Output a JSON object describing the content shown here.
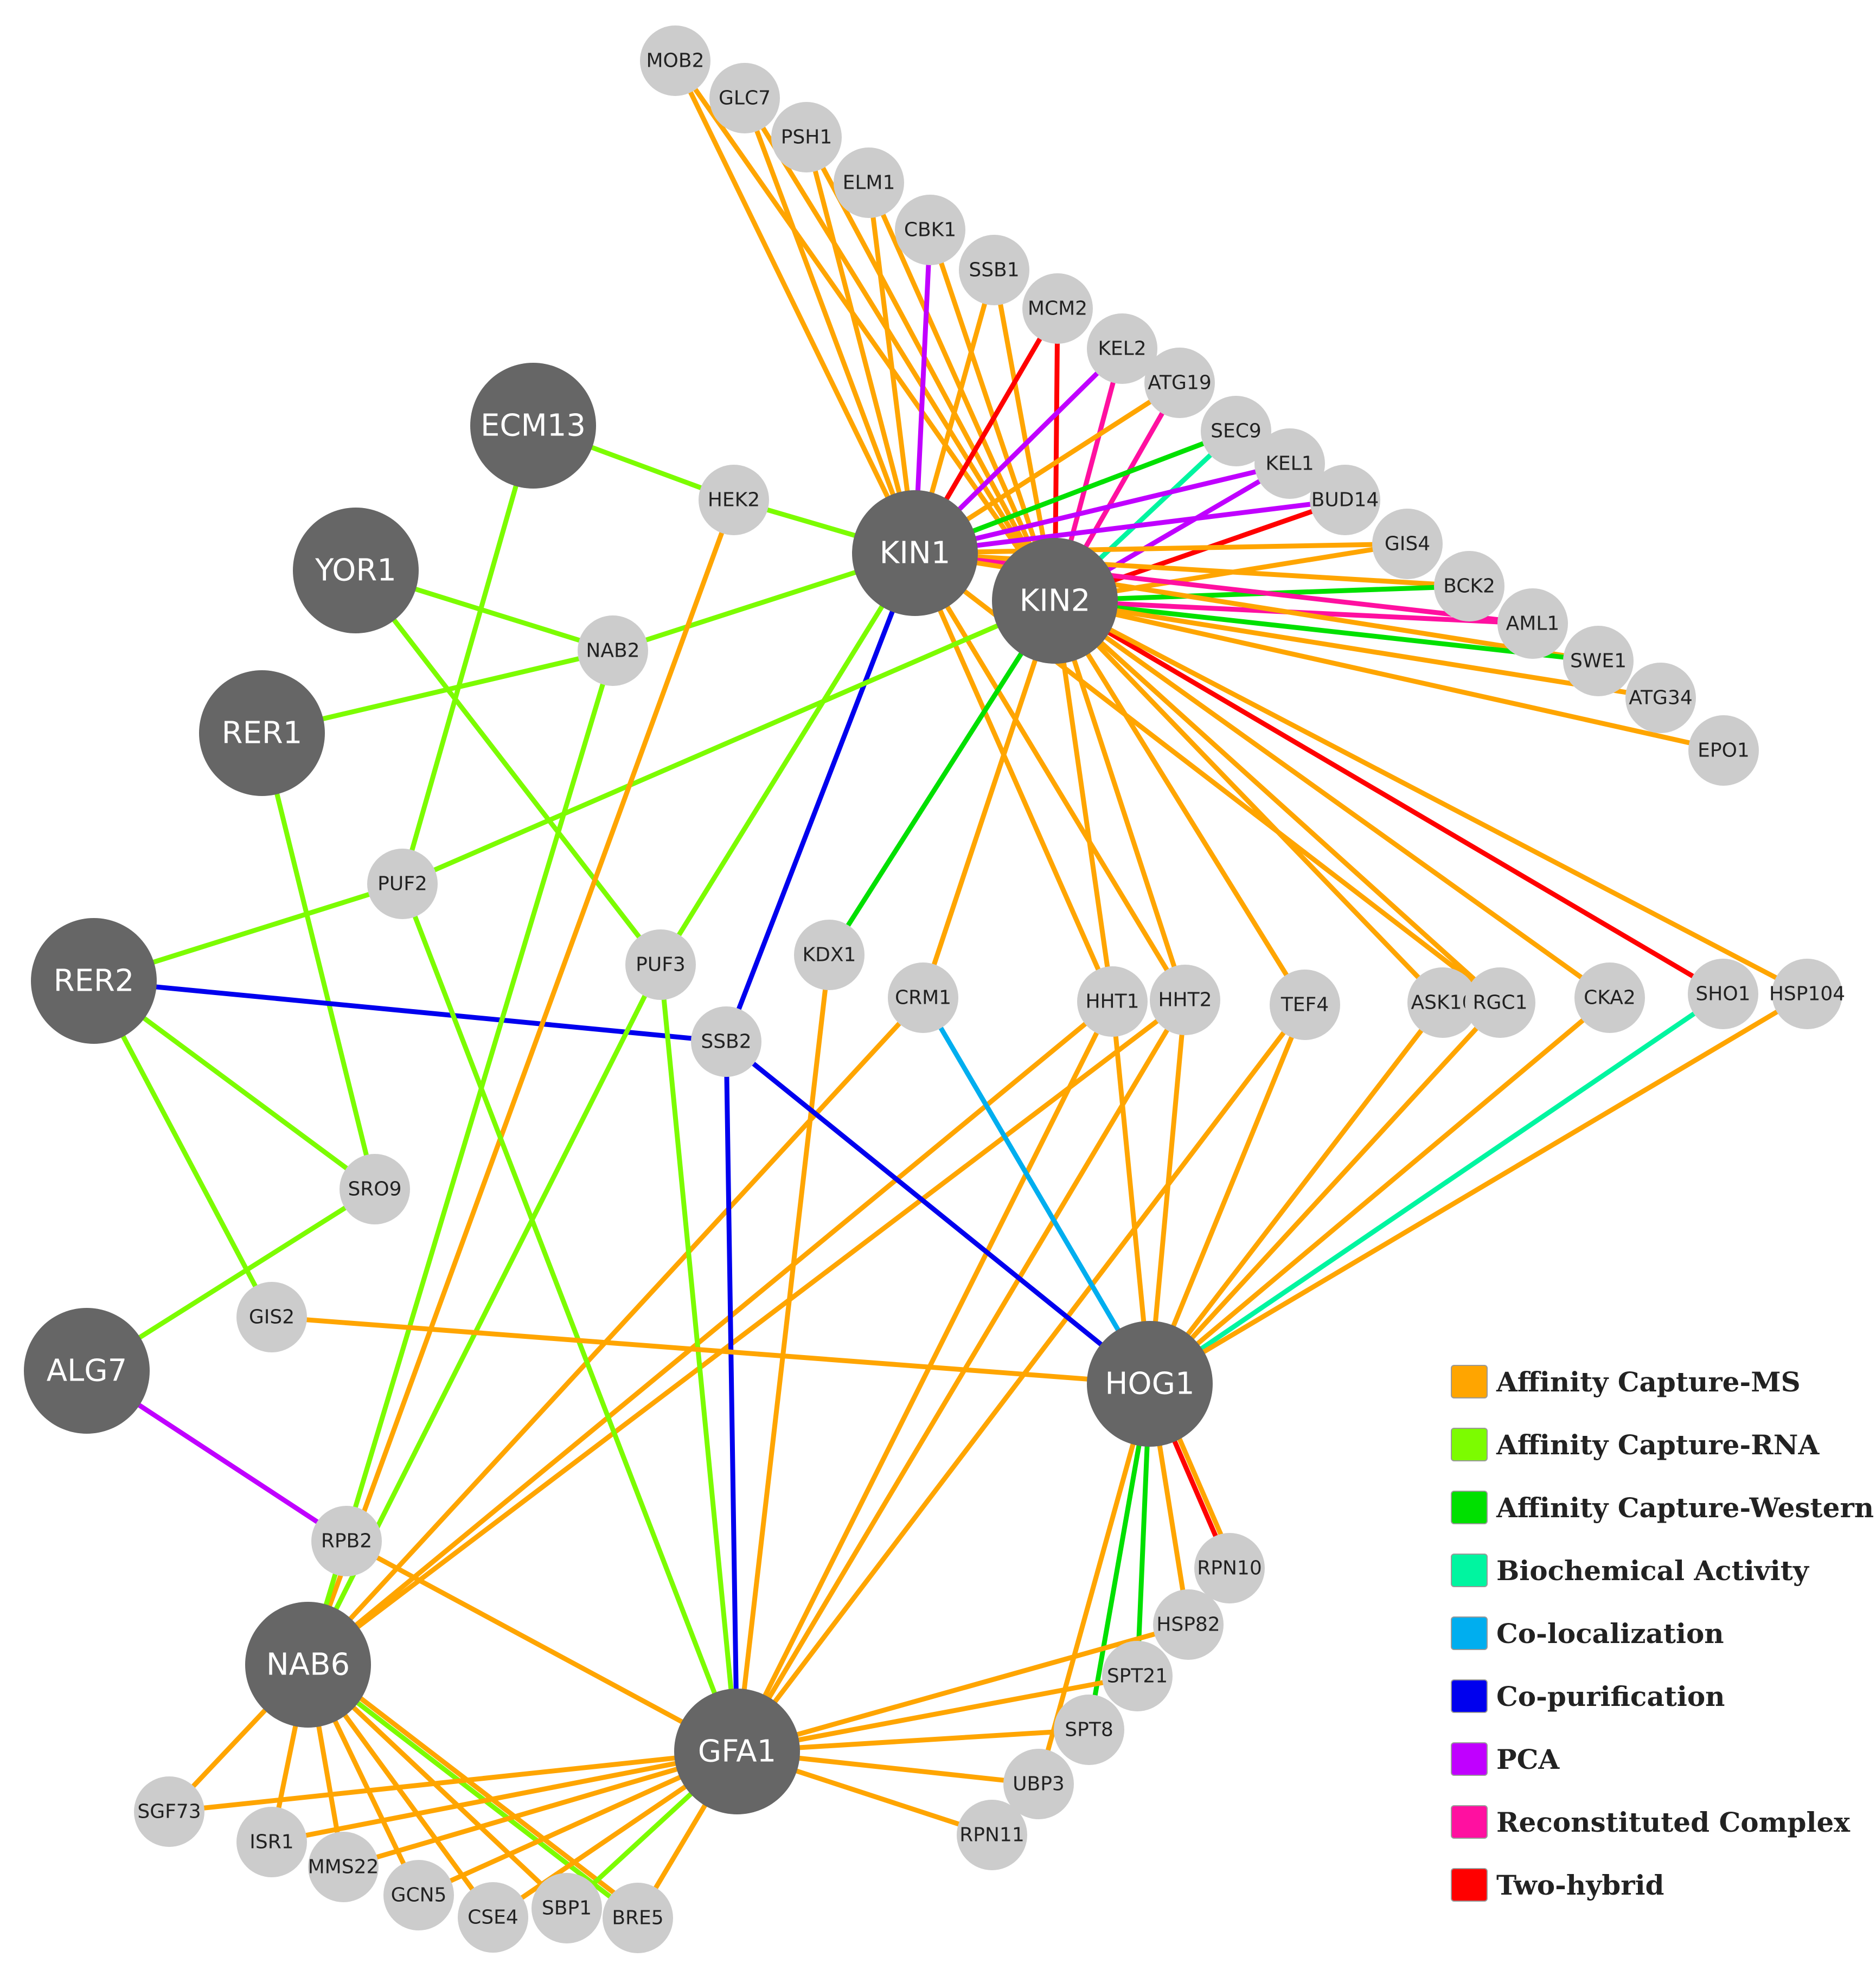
{
  "legend": {
    "items": [
      {
        "label": "Affinity Capture-MS",
        "color": "#FFA500"
      },
      {
        "label": "Affinity Capture-RNA",
        "color": "#7CFC00"
      },
      {
        "label": "Affinity Capture-Western",
        "color": "#00E000"
      },
      {
        "label": "Biochemical Activity",
        "color": "#00F5A0"
      },
      {
        "label": "Co-localization",
        "color": "#00AEEF"
      },
      {
        "label": "Co-purification",
        "color": "#0000EE"
      },
      {
        "label": "PCA",
        "color": "#C000FF"
      },
      {
        "label": "Reconstituted Complex",
        "color": "#FF10A0"
      },
      {
        "label": "Two-hybrid",
        "color": "#FF0000"
      }
    ]
  },
  "nodes": [
    {
      "id": "ECM13",
      "hub": true
    },
    {
      "id": "YOR1",
      "hub": true
    },
    {
      "id": "RER1",
      "hub": true
    },
    {
      "id": "RER2",
      "hub": true
    },
    {
      "id": "ALG7",
      "hub": true
    },
    {
      "id": "KIN1",
      "hub": true
    },
    {
      "id": "KIN2",
      "hub": true
    },
    {
      "id": "HOG1",
      "hub": true
    },
    {
      "id": "NAB6",
      "hub": true
    },
    {
      "id": "GFA1",
      "hub": true
    },
    {
      "id": "MOB2"
    },
    {
      "id": "GLC7"
    },
    {
      "id": "PSH1"
    },
    {
      "id": "ELM1"
    },
    {
      "id": "CBK1"
    },
    {
      "id": "SSB1"
    },
    {
      "id": "MCM2"
    },
    {
      "id": "KEL2"
    },
    {
      "id": "ATG19"
    },
    {
      "id": "SEC9"
    },
    {
      "id": "KEL1"
    },
    {
      "id": "BUD14"
    },
    {
      "id": "GIS4"
    },
    {
      "id": "BCK2"
    },
    {
      "id": "AML1"
    },
    {
      "id": "SWE1"
    },
    {
      "id": "ATG34"
    },
    {
      "id": "EPO1"
    },
    {
      "id": "HEK2"
    },
    {
      "id": "NAB2"
    },
    {
      "id": "PUF2"
    },
    {
      "id": "PUF3"
    },
    {
      "id": "KDX1"
    },
    {
      "id": "CRM1"
    },
    {
      "id": "HHT1"
    },
    {
      "id": "HHT2"
    },
    {
      "id": "TEF4"
    },
    {
      "id": "ASK10"
    },
    {
      "id": "RGC1"
    },
    {
      "id": "CKA2"
    },
    {
      "id": "SHO1"
    },
    {
      "id": "HSP104"
    },
    {
      "id": "SSB2"
    },
    {
      "id": "SRO9"
    },
    {
      "id": "GIS2"
    },
    {
      "id": "RPB2"
    },
    {
      "id": "RPN10"
    },
    {
      "id": "HSP82"
    },
    {
      "id": "SPT21"
    },
    {
      "id": "SPT8"
    },
    {
      "id": "UBP3"
    },
    {
      "id": "RPN11"
    },
    {
      "id": "SGF73"
    },
    {
      "id": "ISR1"
    },
    {
      "id": "MMS22"
    },
    {
      "id": "GCN5"
    },
    {
      "id": "CSE4"
    },
    {
      "id": "SBP1"
    },
    {
      "id": "BRE5"
    }
  ],
  "edges": [
    [
      "MOB2",
      "KIN1",
      "Affinity Capture-MS"
    ],
    [
      "MOB2",
      "KIN2",
      "Affinity Capture-MS"
    ],
    [
      "GLC7",
      "KIN1",
      "Affinity Capture-MS"
    ],
    [
      "GLC7",
      "KIN2",
      "Affinity Capture-MS"
    ],
    [
      "PSH1",
      "KIN1",
      "Affinity Capture-MS"
    ],
    [
      "PSH1",
      "KIN2",
      "Affinity Capture-MS"
    ],
    [
      "ELM1",
      "KIN1",
      "Affinity Capture-MS"
    ],
    [
      "ELM1",
      "KIN2",
      "Affinity Capture-MS"
    ],
    [
      "CBK1",
      "KIN1",
      "PCA"
    ],
    [
      "CBK1",
      "KIN2",
      "Affinity Capture-MS"
    ],
    [
      "SSB1",
      "KIN1",
      "Affinity Capture-MS"
    ],
    [
      "SSB1",
      "KIN2",
      "Affinity Capture-MS"
    ],
    [
      "MCM2",
      "KIN1",
      "Two-hybrid"
    ],
    [
      "MCM2",
      "KIN2",
      "Two-hybrid"
    ],
    [
      "KEL2",
      "KIN1",
      "PCA"
    ],
    [
      "KEL2",
      "KIN2",
      "Reconstituted Complex"
    ],
    [
      "ATG19",
      "KIN1",
      "Affinity Capture-MS"
    ],
    [
      "ATG19",
      "KIN2",
      "Reconstituted Complex"
    ],
    [
      "SEC9",
      "KIN1",
      "Affinity Capture-Western"
    ],
    [
      "SEC9",
      "KIN2",
      "Biochemical Activity"
    ],
    [
      "KEL1",
      "KIN1",
      "PCA"
    ],
    [
      "KEL1",
      "KIN2",
      "PCA"
    ],
    [
      "BUD14",
      "KIN1",
      "PCA"
    ],
    [
      "BUD14",
      "KIN2",
      "Two-hybrid"
    ],
    [
      "GIS4",
      "KIN1",
      "Affinity Capture-MS"
    ],
    [
      "GIS4",
      "KIN2",
      "Affinity Capture-MS"
    ],
    [
      "BCK2",
      "KIN1",
      "Affinity Capture-MS"
    ],
    [
      "BCK2",
      "KIN2",
      "Affinity Capture-Western"
    ],
    [
      "AML1",
      "KIN1",
      "Reconstituted Complex"
    ],
    [
      "AML1",
      "KIN2",
      "Reconstituted Complex"
    ],
    [
      "SWE1",
      "KIN1",
      "Affinity Capture-MS"
    ],
    [
      "SWE1",
      "KIN2",
      "Affinity Capture-Western"
    ],
    [
      "ATG34",
      "KIN2",
      "Affinity Capture-MS"
    ],
    [
      "EPO1",
      "KIN2",
      "Affinity Capture-MS"
    ],
    [
      "HHT1",
      "KIN1",
      "Affinity Capture-MS"
    ],
    [
      "HHT2",
      "KIN1",
      "Affinity Capture-MS"
    ],
    [
      "HHT1",
      "KIN2",
      "Affinity Capture-MS"
    ],
    [
      "HHT2",
      "KIN2",
      "Affinity Capture-MS"
    ],
    [
      "TEF4",
      "KIN2",
      "Affinity Capture-MS"
    ],
    [
      "ASK10",
      "KIN2",
      "Affinity Capture-MS"
    ],
    [
      "RGC1",
      "KIN2",
      "Affinity Capture-MS"
    ],
    [
      "RGC1",
      "KIN1",
      "Affinity Capture-MS"
    ],
    [
      "CKA2",
      "KIN2",
      "Affinity Capture-MS"
    ],
    [
      "SHO1",
      "KIN2",
      "Two-hybrid"
    ],
    [
      "HSP104",
      "KIN2",
      "Affinity Capture-MS"
    ],
    [
      "CRM1",
      "KIN2",
      "Affinity Capture-MS"
    ],
    [
      "KDX1",
      "KIN2",
      "Affinity Capture-Western"
    ],
    [
      "SSB2",
      "KIN1",
      "Co-purification"
    ],
    [
      "HEK2",
      "KIN1",
      "Affinity Capture-RNA"
    ],
    [
      "NAB2",
      "KIN1",
      "Affinity Capture-RNA"
    ],
    [
      "PUF2",
      "KIN2",
      "Affinity Capture-RNA"
    ],
    [
      "PUF3",
      "KIN1",
      "Affinity Capture-RNA"
    ],
    [
      "HEK2",
      "ECM13",
      "Affinity Capture-RNA"
    ],
    [
      "NAB2",
      "YOR1",
      "Affinity Capture-RNA"
    ],
    [
      "PUF3",
      "YOR1",
      "Affinity Capture-RNA"
    ],
    [
      "NAB2",
      "RER1",
      "Affinity Capture-RNA"
    ],
    [
      "SRO9",
      "RER1",
      "Affinity Capture-RNA"
    ],
    [
      "PUF2",
      "ECM13",
      "Affinity Capture-RNA"
    ],
    [
      "PUF2",
      "RER2",
      "Affinity Capture-RNA"
    ],
    [
      "SSB2",
      "RER2",
      "Co-purification"
    ],
    [
      "SRO9",
      "RER2",
      "Affinity Capture-RNA"
    ],
    [
      "GIS2",
      "RER2",
      "Affinity Capture-RNA"
    ],
    [
      "SRO9",
      "ALG7",
      "Affinity Capture-RNA"
    ],
    [
      "RPB2",
      "ALG7",
      "PCA"
    ],
    [
      "HEK2",
      "NAB6",
      "Affinity Capture-MS"
    ],
    [
      "NAB2",
      "NAB6",
      "Affinity Capture-RNA"
    ],
    [
      "PUF3",
      "NAB6",
      "Affinity Capture-RNA"
    ],
    [
      "CRM1",
      "NAB6",
      "Affinity Capture-MS"
    ],
    [
      "HHT1",
      "NAB6",
      "Affinity Capture-MS"
    ],
    [
      "HHT2",
      "NAB6",
      "Affinity Capture-MS"
    ],
    [
      "PUF2",
      "GFA1",
      "Affinity Capture-RNA"
    ],
    [
      "PUF3",
      "GFA1",
      "Affinity Capture-RNA"
    ],
    [
      "SSB2",
      "GFA1",
      "Co-purification"
    ],
    [
      "KDX1",
      "GFA1",
      "Affinity Capture-MS"
    ],
    [
      "HHT1",
      "GFA1",
      "Affinity Capture-MS"
    ],
    [
      "HHT2",
      "GFA1",
      "Affinity Capture-MS"
    ],
    [
      "TEF4",
      "GFA1",
      "Affinity Capture-MS"
    ],
    [
      "RPB2",
      "GFA1",
      "Affinity Capture-MS"
    ],
    [
      "SSB2",
      "HOG1",
      "Co-purification"
    ],
    [
      "CRM1",
      "HOG1",
      "Co-localization"
    ],
    [
      "HHT1",
      "HOG1",
      "Affinity Capture-MS"
    ],
    [
      "HHT2",
      "HOG1",
      "Affinity Capture-MS"
    ],
    [
      "TEF4",
      "HOG1",
      "Affinity Capture-MS"
    ],
    [
      "ASK10",
      "HOG1",
      "Affinity Capture-MS"
    ],
    [
      "RGC1",
      "HOG1",
      "Affinity Capture-MS"
    ],
    [
      "CKA2",
      "HOG1",
      "Affinity Capture-MS"
    ],
    [
      "SHO1",
      "HOG1",
      "Biochemical Activity"
    ],
    [
      "HSP104",
      "HOG1",
      "Affinity Capture-MS"
    ],
    [
      "GIS2",
      "HOG1",
      "Affinity Capture-MS"
    ],
    [
      "RPN10",
      "HOG1",
      "Two-hybrid"
    ],
    [
      "HSP82",
      "HOG1",
      "Affinity Capture-MS"
    ],
    [
      "SPT21",
      "HOG1",
      "Affinity Capture-Western"
    ],
    [
      "SPT8",
      "HOG1",
      "Affinity Capture-Western"
    ],
    [
      "UBP3",
      "HOG1",
      "Affinity Capture-MS"
    ],
    [
      "RPN10",
      "HOG1",
      "Affinity Capture-MS"
    ],
    [
      "HSP82",
      "GFA1",
      "Affinity Capture-MS"
    ],
    [
      "SPT21",
      "GFA1",
      "Affinity Capture-MS"
    ],
    [
      "SPT8",
      "GFA1",
      "Affinity Capture-MS"
    ],
    [
      "UBP3",
      "GFA1",
      "Affinity Capture-MS"
    ],
    [
      "RPN11",
      "GFA1",
      "Affinity Capture-MS"
    ],
    [
      "SGF73",
      "NAB6",
      "Affinity Capture-MS"
    ],
    [
      "ISR1",
      "NAB6",
      "Affinity Capture-MS"
    ],
    [
      "MMS22",
      "NAB6",
      "Affinity Capture-MS"
    ],
    [
      "GCN5",
      "NAB6",
      "Affinity Capture-MS"
    ],
    [
      "CSE4",
      "NAB6",
      "Affinity Capture-MS"
    ],
    [
      "SBP1",
      "NAB6",
      "Affinity Capture-MS"
    ],
    [
      "BRE5",
      "NAB6",
      "Affinity Capture-RNA"
    ],
    [
      "BRE5",
      "NAB6",
      "Affinity Capture-MS"
    ],
    [
      "SGF73",
      "GFA1",
      "Affinity Capture-MS"
    ],
    [
      "ISR1",
      "GFA1",
      "Affinity Capture-MS"
    ],
    [
      "MMS22",
      "GFA1",
      "Affinity Capture-MS"
    ],
    [
      "GCN5",
      "GFA1",
      "Affinity Capture-MS"
    ],
    [
      "CSE4",
      "GFA1",
      "Affinity Capture-MS"
    ],
    [
      "SBP1",
      "GFA1",
      "Affinity Capture-RNA"
    ],
    [
      "BRE5",
      "GFA1",
      "Affinity Capture-MS"
    ]
  ]
}
